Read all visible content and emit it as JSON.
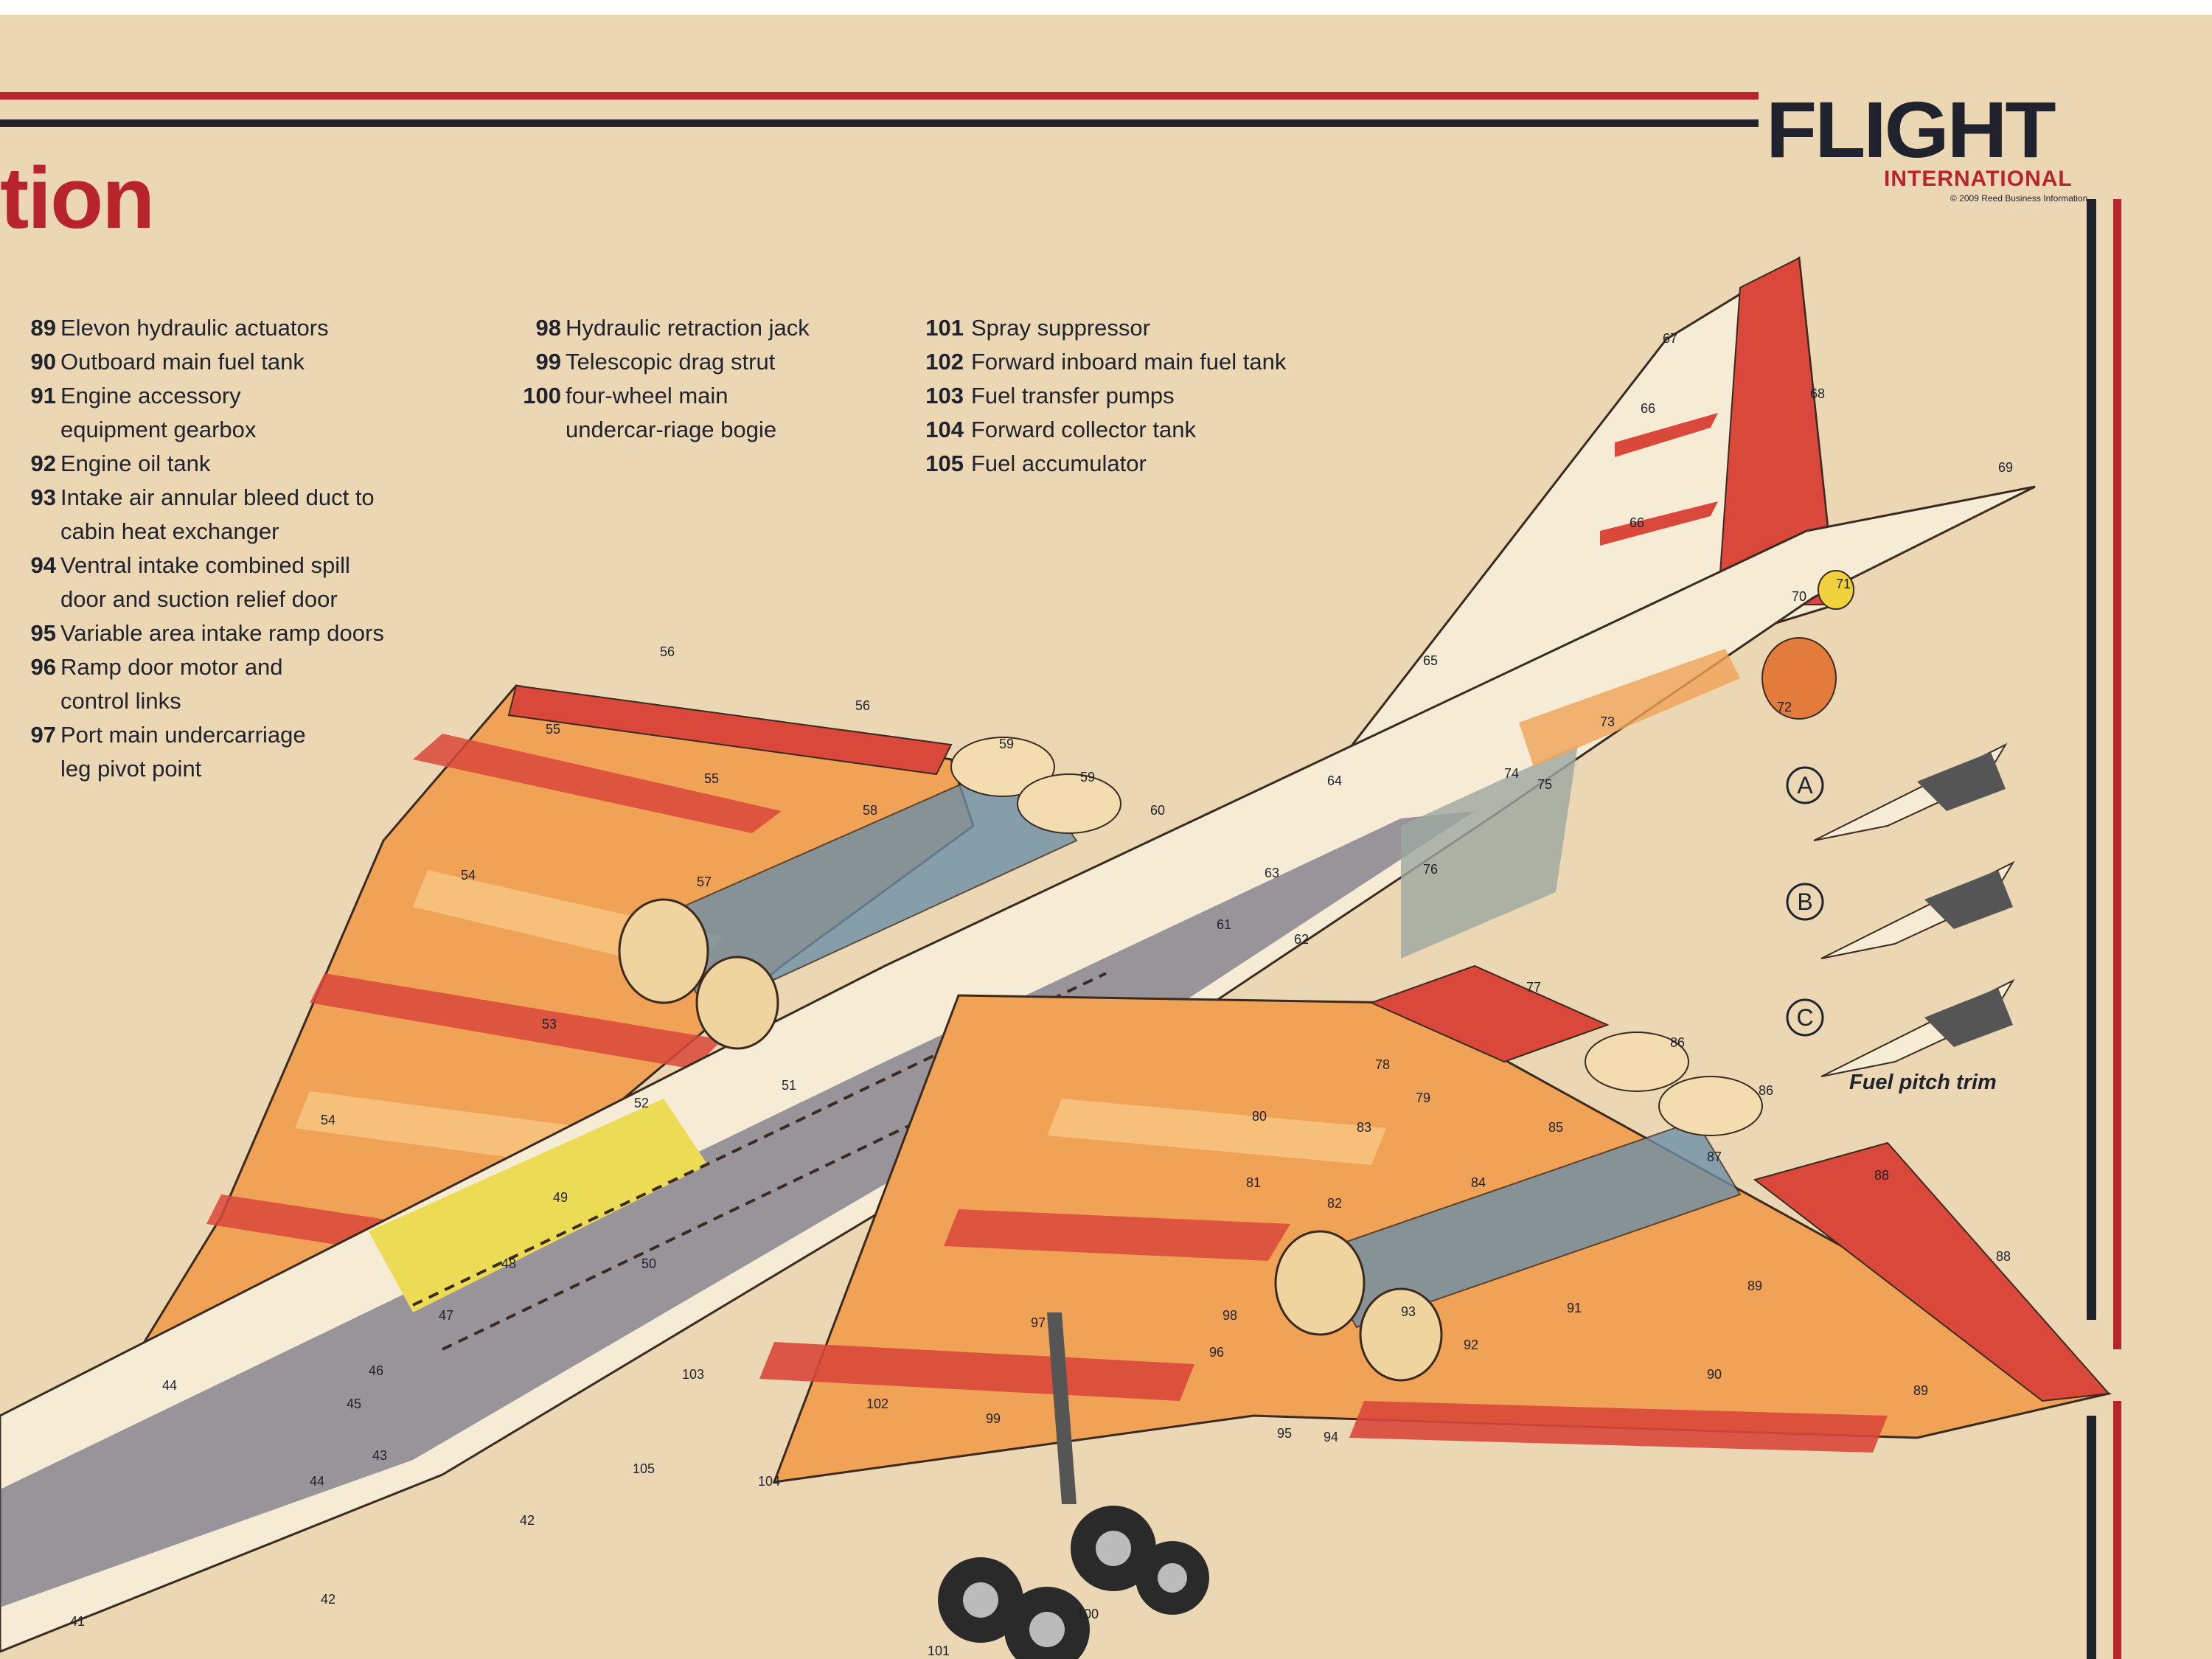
{
  "header": {
    "title_fragment": "tion",
    "logo_word": "FLIGHT",
    "logo_sub": "INTERNATIONAL",
    "logo_copyright": "© 2009 Reed Business Information"
  },
  "key": {
    "col1": [
      {
        "num": "89",
        "lines": [
          "Elevon hydraulic actuators"
        ]
      },
      {
        "num": "90",
        "lines": [
          "Outboard main fuel tank"
        ]
      },
      {
        "num": "91",
        "lines": [
          "Engine accessory",
          "equipment gearbox"
        ]
      },
      {
        "num": "92",
        "lines": [
          "Engine oil tank"
        ]
      },
      {
        "num": "93",
        "lines": [
          "Intake air annular bleed duct to",
          "cabin heat exchanger"
        ]
      },
      {
        "num": "94",
        "lines": [
          "Ventral intake combined spill",
          "door and suction relief door"
        ]
      },
      {
        "num": "95",
        "lines": [
          "Variable area intake ramp doors"
        ]
      },
      {
        "num": "96",
        "lines": [
          "Ramp door motor and",
          "control links"
        ]
      },
      {
        "num": "97",
        "lines": [
          "Port main undercarriage",
          "leg pivot point"
        ]
      }
    ],
    "col2": [
      {
        "num": "98",
        "lines": [
          "Hydraulic retraction jack"
        ]
      },
      {
        "num": "99",
        "lines": [
          "Telescopic drag strut"
        ]
      },
      {
        "num": "100",
        "lines": [
          "four-wheel main",
          "undercar-riage bogie"
        ]
      }
    ],
    "col3": [
      {
        "num": "101",
        "lines": [
          "Spray suppressor"
        ]
      },
      {
        "num": "102",
        "lines": [
          "Forward inboard main fuel tank"
        ]
      },
      {
        "num": "103",
        "lines": [
          "Fuel transfer pumps"
        ]
      },
      {
        "num": "104",
        "lines": [
          "Forward collector tank"
        ]
      },
      {
        "num": "105",
        "lines": [
          "Fuel accumulator"
        ]
      }
    ]
  },
  "fuel_trim": {
    "caption": "Fuel pitch trim",
    "options": [
      "A",
      "B",
      "C"
    ]
  },
  "callouts": [
    {
      "t": "67"
    },
    {
      "t": "68"
    },
    {
      "t": "66"
    },
    {
      "t": "66"
    },
    {
      "t": "69"
    },
    {
      "t": "70"
    },
    {
      "t": "71"
    },
    {
      "t": "72"
    },
    {
      "t": "73"
    },
    {
      "t": "74"
    },
    {
      "t": "75"
    },
    {
      "t": "76"
    },
    {
      "t": "65"
    },
    {
      "t": "64"
    },
    {
      "t": "63"
    },
    {
      "t": "62"
    },
    {
      "t": "61"
    },
    {
      "t": "60"
    },
    {
      "t": "59"
    },
    {
      "t": "59"
    },
    {
      "t": "58"
    },
    {
      "t": "57"
    },
    {
      "t": "56"
    },
    {
      "t": "56"
    },
    {
      "t": "55"
    },
    {
      "t": "55"
    },
    {
      "t": "54"
    },
    {
      "t": "54"
    },
    {
      "t": "53"
    },
    {
      "t": "52"
    },
    {
      "t": "51"
    },
    {
      "t": "50"
    },
    {
      "t": "49"
    },
    {
      "t": "48"
    },
    {
      "t": "47"
    },
    {
      "t": "46"
    },
    {
      "t": "45"
    },
    {
      "t": "44"
    },
    {
      "t": "44"
    },
    {
      "t": "43"
    },
    {
      "t": "42"
    },
    {
      "t": "42"
    },
    {
      "t": "41"
    },
    {
      "t": "77"
    },
    {
      "t": "78"
    },
    {
      "t": "79"
    },
    {
      "t": "80"
    },
    {
      "t": "81"
    },
    {
      "t": "82"
    },
    {
      "t": "83"
    },
    {
      "t": "84"
    },
    {
      "t": "85"
    },
    {
      "t": "86"
    },
    {
      "t": "86"
    },
    {
      "t": "87"
    },
    {
      "t": "88"
    },
    {
      "t": "88"
    },
    {
      "t": "89"
    },
    {
      "t": "89"
    },
    {
      "t": "90"
    },
    {
      "t": "91"
    },
    {
      "t": "92"
    },
    {
      "t": "93"
    },
    {
      "t": "94"
    },
    {
      "t": "95"
    },
    {
      "t": "96"
    },
    {
      "t": "97"
    },
    {
      "t": "98"
    },
    {
      "t": "99"
    },
    {
      "t": "100"
    },
    {
      "t": "101"
    },
    {
      "t": "102"
    },
    {
      "t": "103"
    },
    {
      "t": "104"
    },
    {
      "t": "105"
    }
  ],
  "colors": {
    "paper": "#ecd7b4",
    "red_rule": "#b8242b",
    "dark_rule": "#20232d",
    "wing_red": "#d9483a",
    "wing_orange": "#f0a256",
    "fuselage_cream": "#f6ecd6",
    "engine_blue": "#6d8fa8",
    "cabin_yellow": "#ecdc55"
  }
}
